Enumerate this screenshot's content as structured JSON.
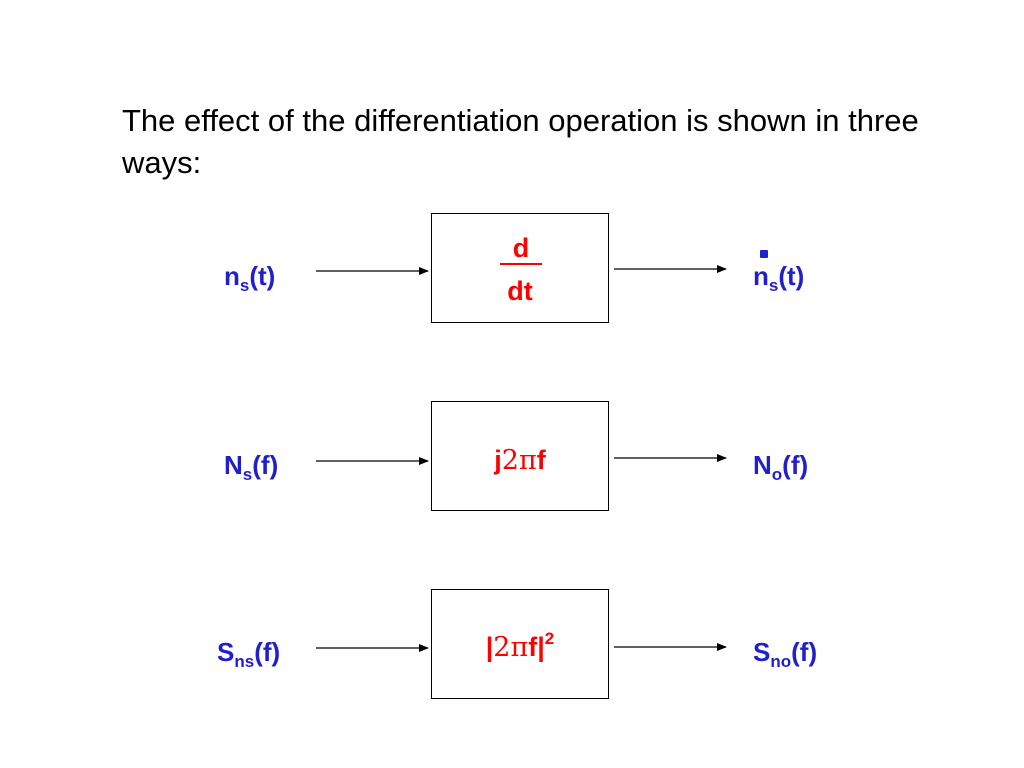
{
  "intro_text": "The effect of the differentiation operation is shown in three ways:",
  "colors": {
    "signal": "#1f1fcc",
    "operator": "#ff0000",
    "line": "#000000"
  },
  "rows": [
    {
      "input": {
        "base": "n",
        "sub": "s",
        "arg": "(t)"
      },
      "operator": {
        "numerator": "d",
        "denominator": "dt"
      },
      "output": {
        "base": "n",
        "sub": "s",
        "arg": "(t)",
        "accent": "dot"
      }
    },
    {
      "input": {
        "base": "N",
        "sub": "s",
        "arg": "(f)"
      },
      "operator": {
        "prefix": "j",
        "greek": "2π",
        "suffix": "f"
      },
      "output": {
        "base": "N",
        "sub": "o",
        "arg": "(f)"
      }
    },
    {
      "input": {
        "base": "S",
        "sub": "ns",
        "arg": "(f)"
      },
      "operator": {
        "prefix": "|",
        "greek": "2π",
        "suffix": "f|",
        "power": "2"
      },
      "output": {
        "base": "S",
        "sub": "no",
        "arg": "(f)"
      }
    }
  ]
}
